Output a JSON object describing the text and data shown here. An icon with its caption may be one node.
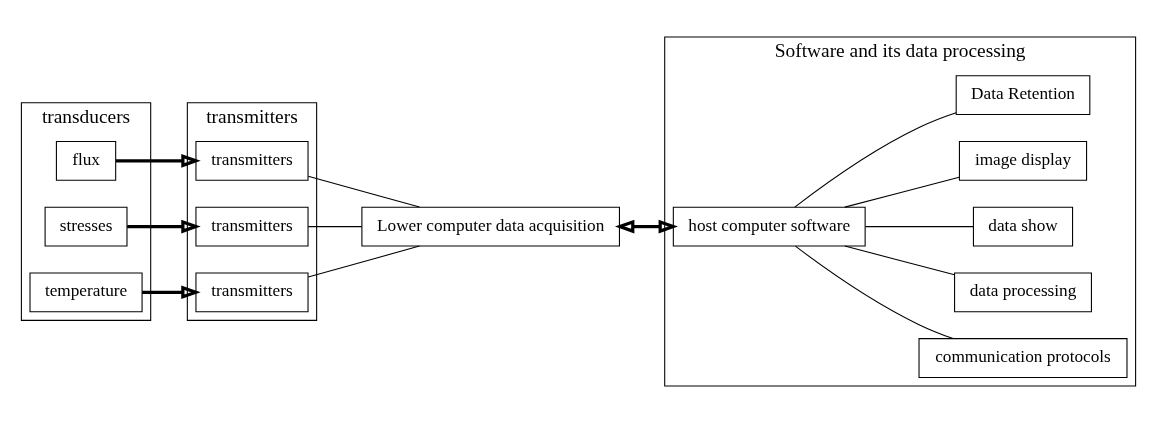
{
  "diagram": {
    "nodes": [
      {
        "text": [
          "transducers"
        ]
      },
      {
        "text": [
          "flux"
        ],
        "in": 0
      },
      {
        "text": [
          "stresses"
        ],
        "in": 0
      },
      {
        "text": [
          "temperature"
        ],
        "in": 0
      },
      {
        "text": [
          "transmitters"
        ]
      },
      {
        "text": [
          "transmitters"
        ],
        "in": 4
      },
      {
        "text": [
          "transmitters"
        ],
        "in": 4
      },
      {
        "text": [
          "transmitters"
        ],
        "in": 4
      },
      {
        "text": [
          "Lower computer data acquisition"
        ]
      },
      {
        "text": [
          "Software and its data processing"
        ]
      },
      {
        "text": [
          "host computer software"
        ],
        "in": 9
      },
      {
        "text": [
          "communication protocols"
        ],
        "in": 9
      },
      {
        "text": [
          "data processing"
        ],
        "in": 9
      },
      {
        "text": [
          "data show"
        ],
        "in": 9
      },
      {
        "text": [
          "image display"
        ],
        "in": 9
      },
      {
        "text": [
          "Data Retention"
        ],
        "in": 9
      }
    ],
    "edges": [
      {
        "from": 1,
        "to": 5,
        "arrow": "to",
        "style": "thick"
      },
      {
        "from": 2,
        "to": 6,
        "arrow": "to",
        "style": "thick"
      },
      {
        "from": 3,
        "to": 7,
        "arrow": "to",
        "style": "thick"
      },
      {
        "from": 5,
        "to": 8,
        "arrow": "none"
      },
      {
        "from": 6,
        "to": 8,
        "arrow": "none"
      },
      {
        "from": 7,
        "to": 8,
        "arrow": "none"
      },
      {
        "from": 8,
        "to": 10,
        "arrow": "both",
        "style": "thick"
      },
      {
        "from": 10,
        "to": 11,
        "arrow": "none"
      },
      {
        "from": 10,
        "to": 12,
        "arrow": "none"
      },
      {
        "from": 10,
        "to": 13,
        "arrow": "none"
      },
      {
        "from": 10,
        "to": 14,
        "arrow": "none"
      },
      {
        "from": 10,
        "to": 15,
        "arrow": "none"
      }
    ]
  }
}
